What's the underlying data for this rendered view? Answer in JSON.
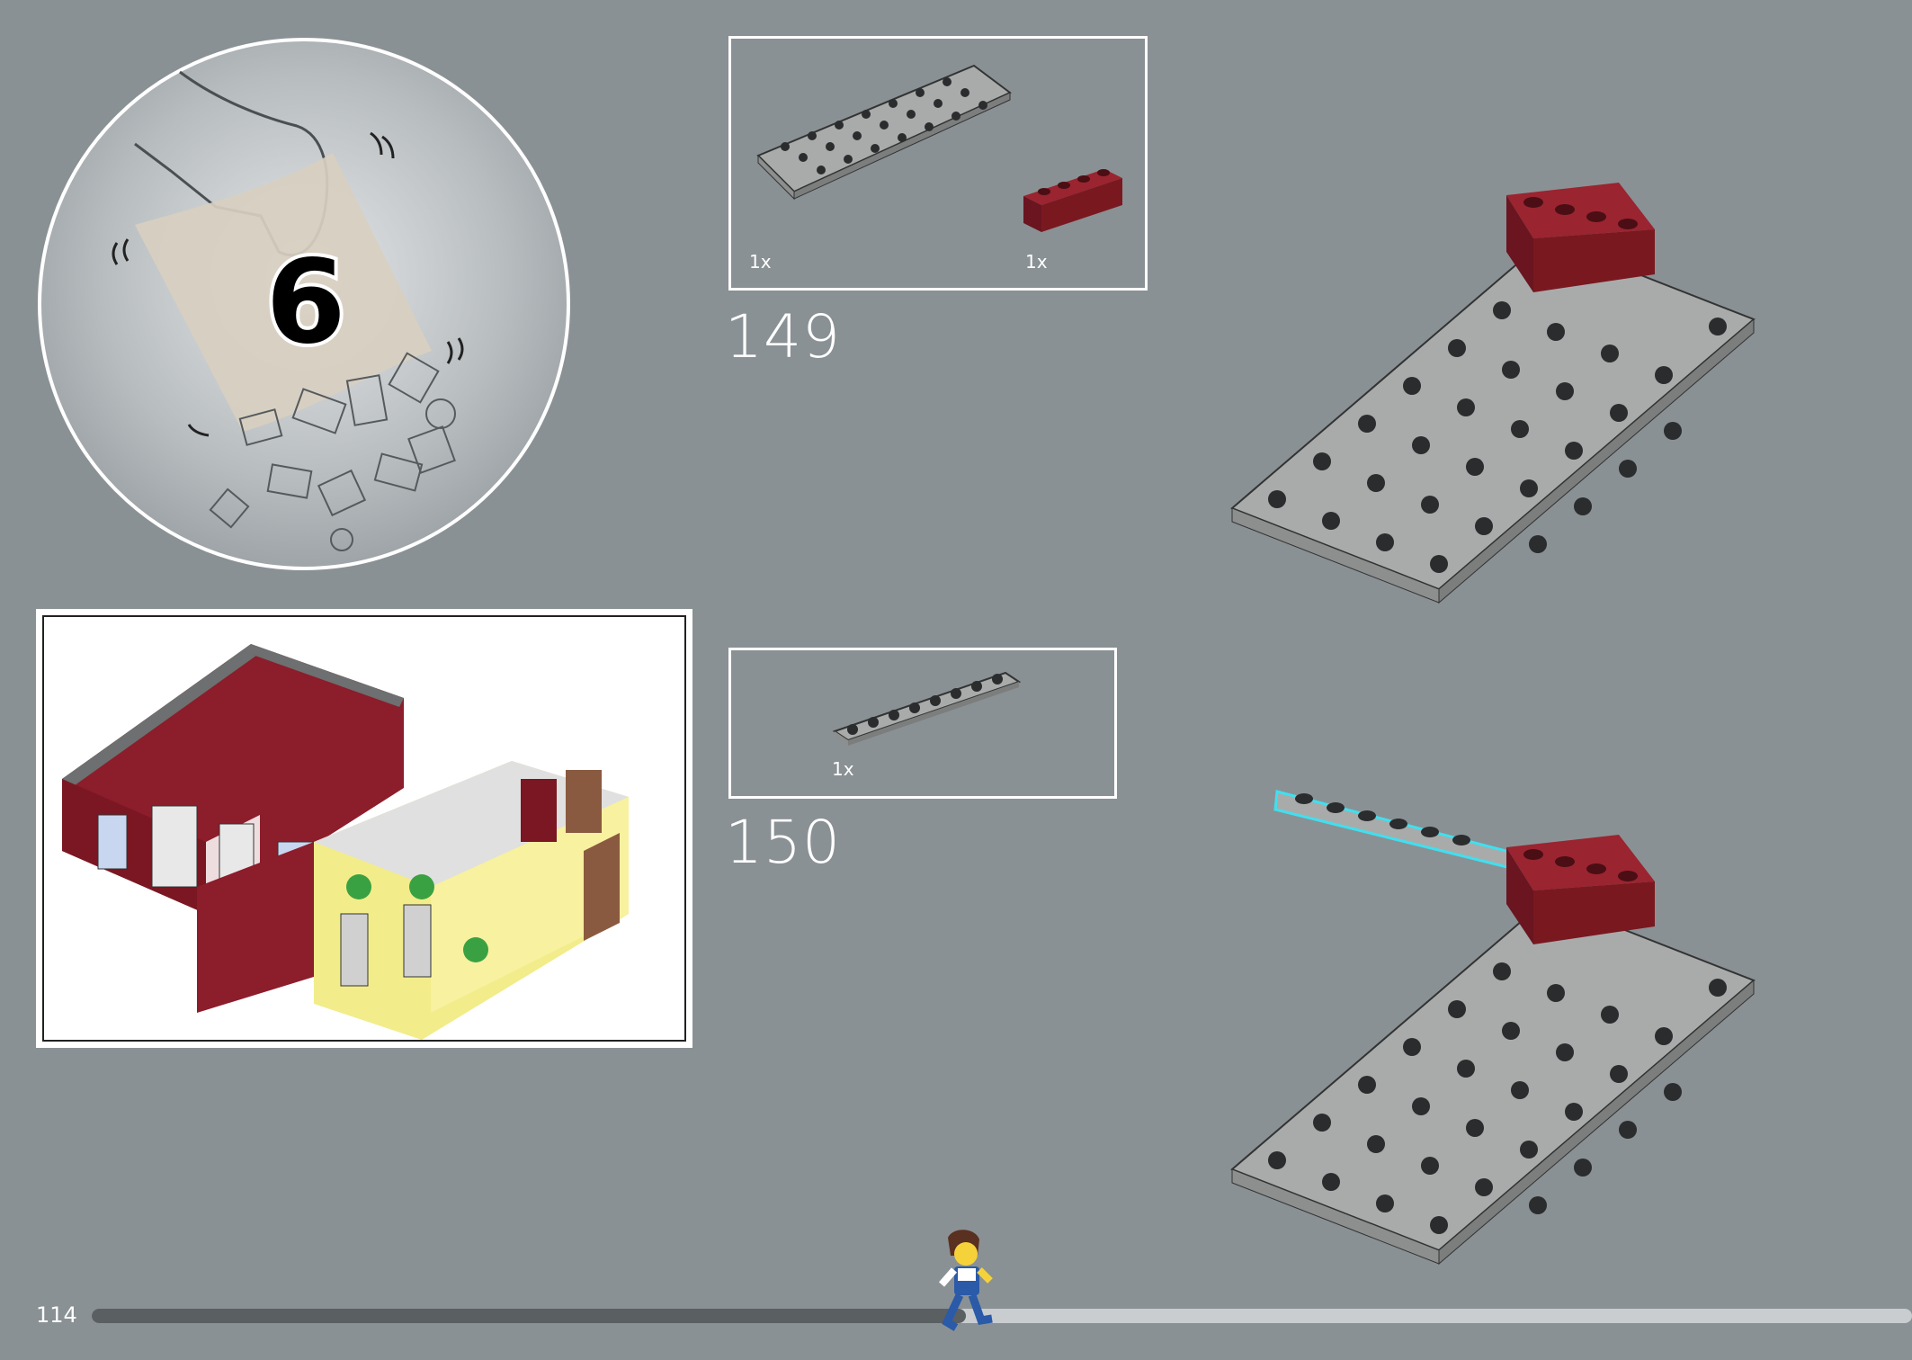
{
  "bag": {
    "number": "6"
  },
  "steps": [
    {
      "number": "149",
      "parts": [
        {
          "qty": "1x",
          "name": "gray-plate-6x12-icon"
        },
        {
          "qty": "1x",
          "name": "dark-red-brick-1x4-icon"
        }
      ]
    },
    {
      "number": "150",
      "parts": [
        {
          "qty": "1x",
          "name": "gray-plate-1x8-icon"
        }
      ]
    }
  ],
  "page": {
    "number": "114"
  },
  "progress": {
    "fraction": 0.48
  },
  "colors": {
    "background": "#8a9194",
    "plate": "#a9abab",
    "brick_red": "#7a1820",
    "highlight": "#3fe0f0",
    "progress_done": "#5a5f62",
    "progress_todo": "#c9cdcf"
  }
}
